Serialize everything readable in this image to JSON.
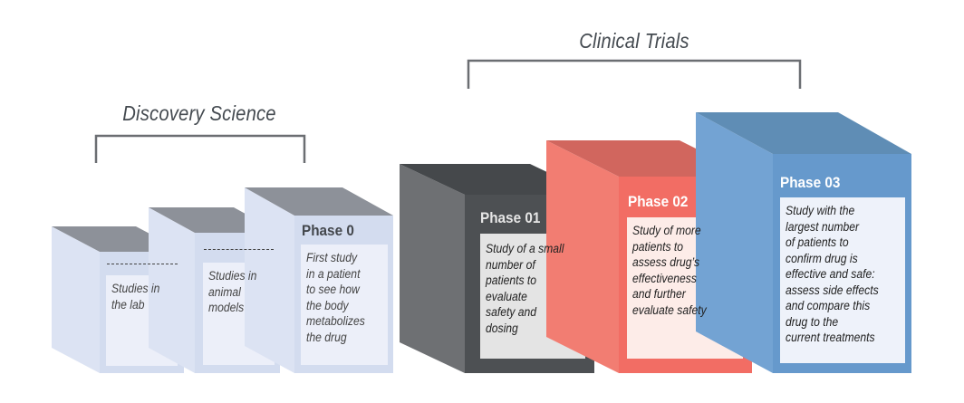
{
  "groups": [
    {
      "id": "discovery",
      "title": "Discovery Science"
    },
    {
      "id": "clinical",
      "title": "Clinical Trials"
    }
  ],
  "stages": [
    {
      "id": "lab",
      "group": "discovery",
      "title": "",
      "description": "Studies in\nthe lab",
      "color": "#d5ddf0"
    },
    {
      "id": "animal",
      "group": "discovery",
      "title": "",
      "description": "Studies in\nanimal\nmodels",
      "color": "#d5ddf0"
    },
    {
      "id": "phase0",
      "group": "discovery",
      "title": "Phase 0",
      "description": "First study\nin a patient\nto see how\nthe body\nmetabolizes\nthe drug",
      "color": "#d5ddf0"
    },
    {
      "id": "phase01",
      "group": "clinical",
      "title": "Phase 01",
      "description": "Study of a small\nnumber of\npatients to\nevaluate\nsafety and\ndosing",
      "color": "#4d5053"
    },
    {
      "id": "phase02",
      "group": "clinical",
      "title": "Phase 02",
      "description": "Study of more\npatients to\nassess drug’s\neffectiveness\nand further\nevaluate safety",
      "color": "#f26d64"
    },
    {
      "id": "phase03",
      "group": "clinical",
      "title": "Phase 03",
      "description": "Study with the\nlargest number\nof patients to\nconfirm drug is\neffective and safe:\nassess side effects\nand compare this\ndrug to the\ncurrent treatments",
      "color": "#6699cc"
    }
  ]
}
